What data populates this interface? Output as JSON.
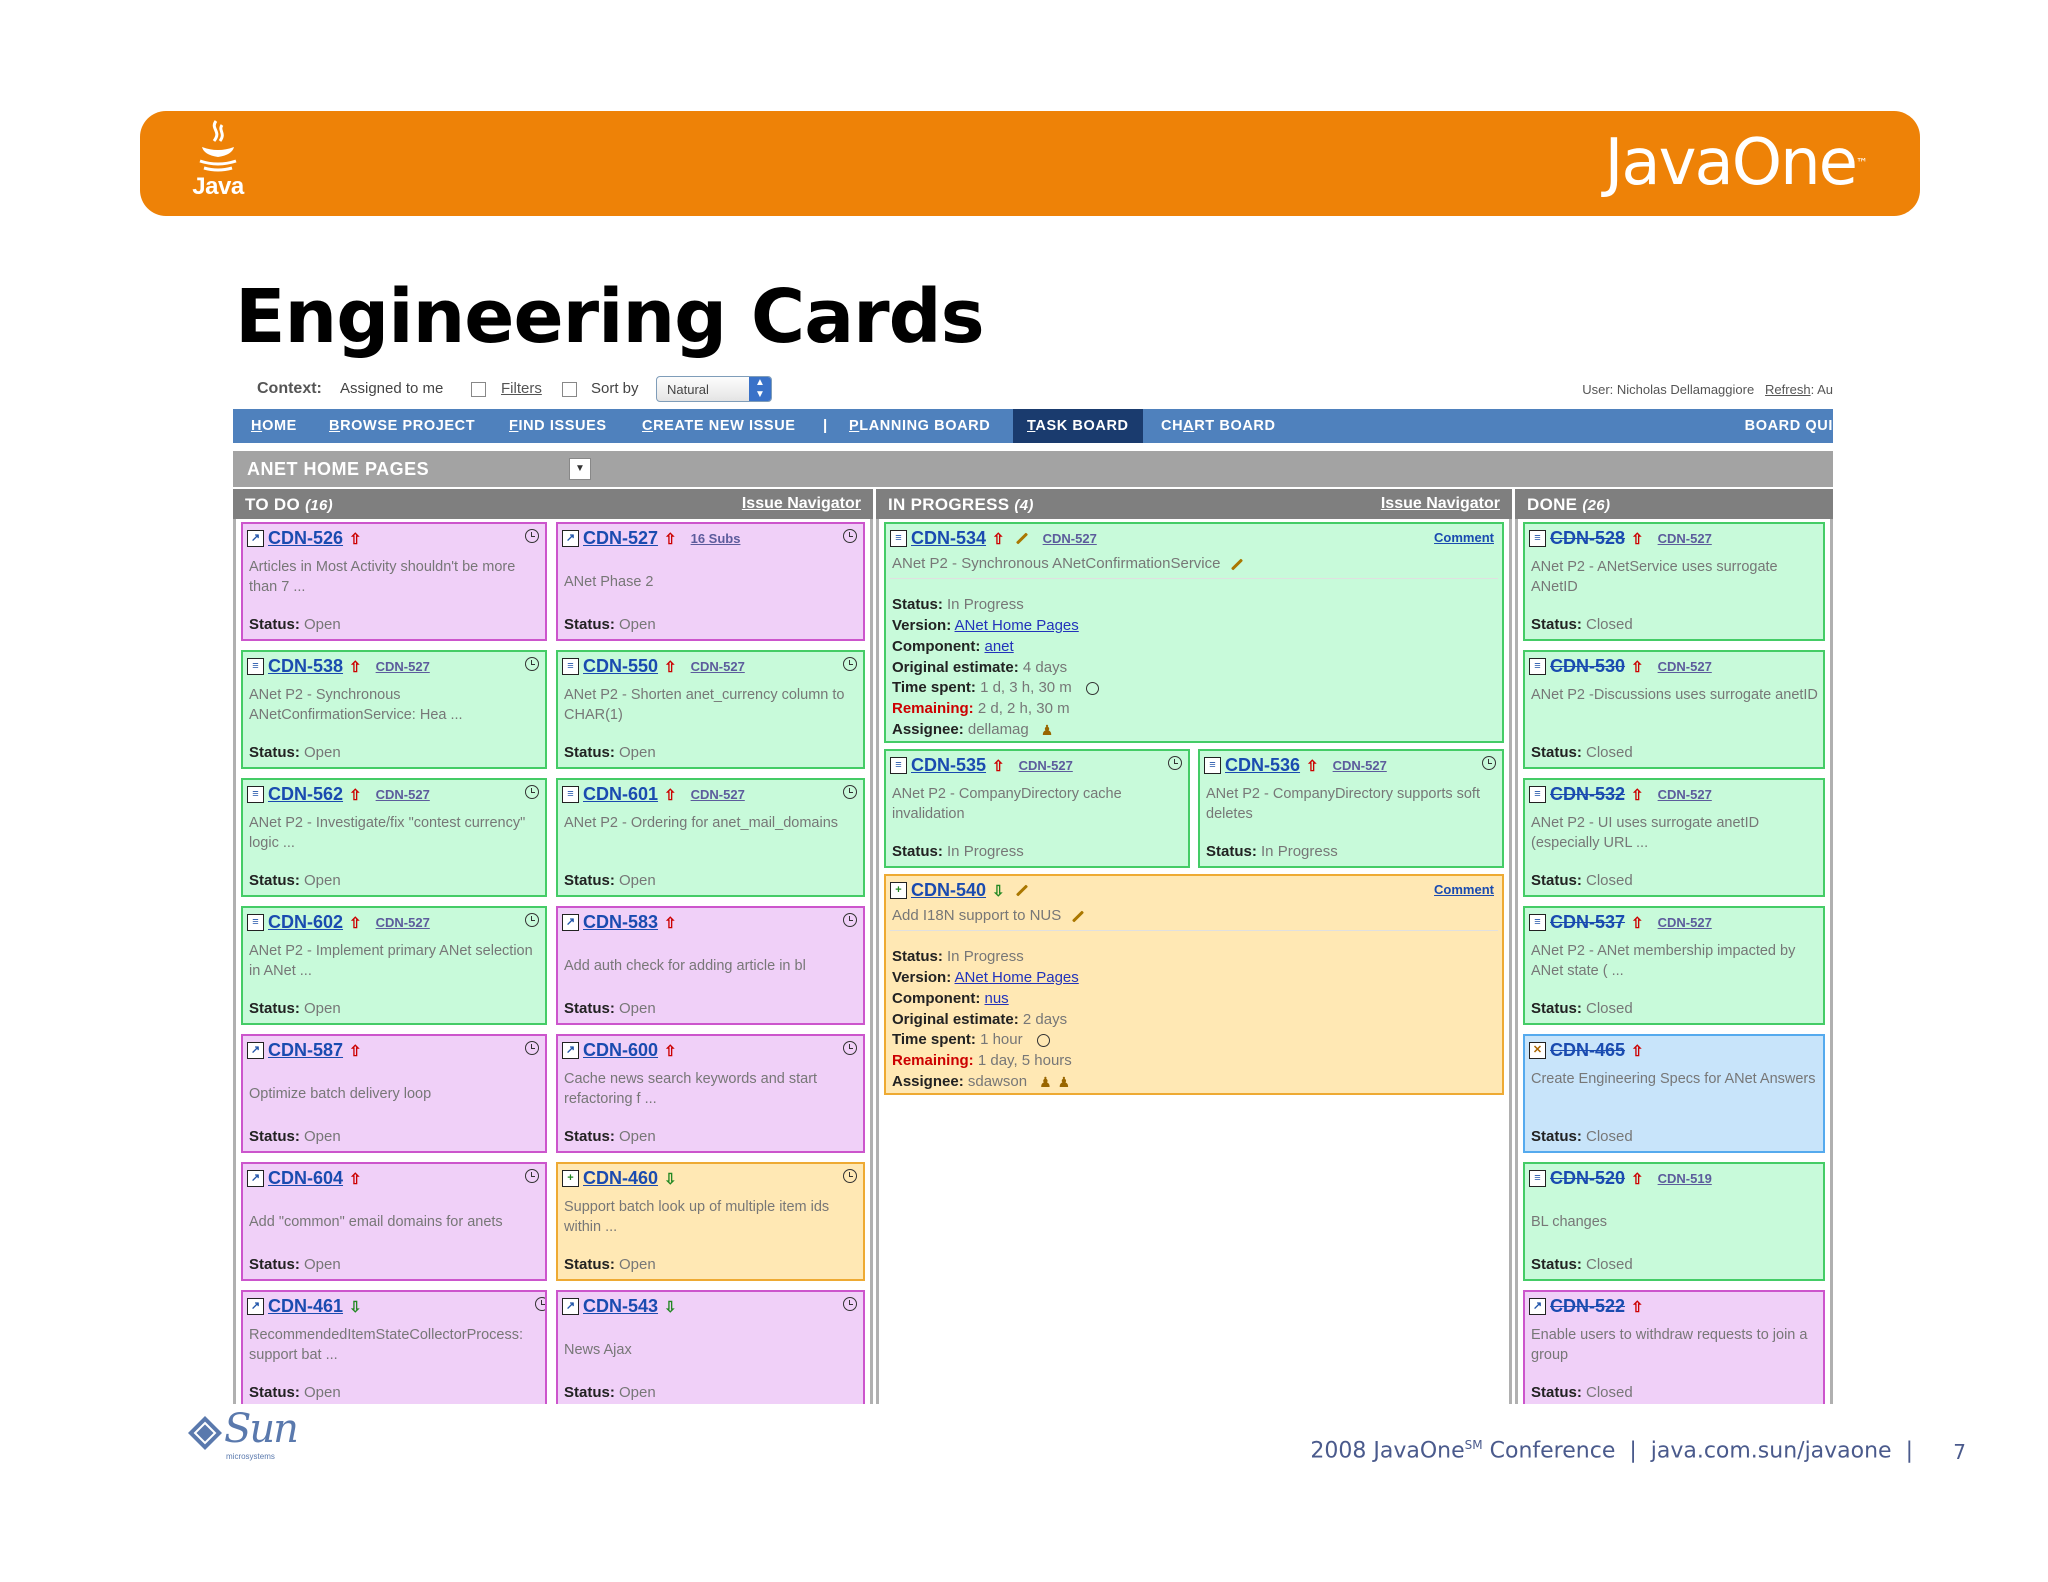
{
  "slide": {
    "title": "Engineering Cards",
    "brand": "JavaOne",
    "brand_tm": "™",
    "java_word": "Java",
    "sun_word": "Sun",
    "sun_small": "microsystems",
    "footer_year": "2008 JavaOne",
    "footer_sm": "SM",
    "footer_rest": " Conference  |  java.com.sun/javaone  |",
    "page_number": "7"
  },
  "context": {
    "label": "Context:",
    "assigned": "Assigned to me",
    "filters": "Filters",
    "sort_by": "Sort by",
    "sort_value": "Natural",
    "user": "User: Nicholas Dellamaggiore",
    "refresh": "Refresh",
    "refresh_tail": ": Au"
  },
  "nav": {
    "home_first": "H",
    "home_rest": "OME",
    "browse_first": "B",
    "browse_rest": "ROWSE PROJECT",
    "find_first": "F",
    "find_rest": "IND ISSUES",
    "create_first": "C",
    "create_rest": "REATE NEW ISSUE",
    "sep": "|",
    "planning_first": "P",
    "planning_rest": "LANNING BOARD",
    "task_first": "T",
    "task_rest": "ASK BOARD",
    "chart_pre": "CH",
    "chart_u": "A",
    "chart_rest": "RT BOARD",
    "board_quick": "BOARD QUI"
  },
  "project": {
    "title": "ANET HOME PAGES"
  },
  "columns": {
    "todo": {
      "title": "TO DO",
      "count": "(16)",
      "link": "Issue Navigator"
    },
    "inprogress": {
      "title": "IN PROGRESS",
      "count": "(4)",
      "link": "Issue Navigator"
    },
    "done": {
      "title": "DONE",
      "count": "(26)"
    }
  },
  "status_label": "Status:",
  "todo_cards": [
    {
      "key": "CDN-526",
      "summary": "Articles in Most Activity shouldn't be more than 7 ...",
      "status": "Open"
    },
    {
      "key": "CDN-527",
      "subs": "16 Subs",
      "summary": "ANet Phase 2",
      "status": "Open"
    },
    {
      "key": "CDN-538",
      "parent": "CDN-527",
      "summary": "ANet P2 - Synchronous ANetConfirmationService: Hea ...",
      "status": "Open"
    },
    {
      "key": "CDN-550",
      "parent": "CDN-527",
      "summary": "ANet P2 - Shorten anet_currency column to CHAR(1)",
      "status": "Open"
    },
    {
      "key": "CDN-562",
      "parent": "CDN-527",
      "summary": "ANet P2 - Investigate/fix \"contest currency\" logic ...",
      "status": "Open"
    },
    {
      "key": "CDN-601",
      "parent": "CDN-527",
      "summary": "ANet P2 - Ordering for anet_mail_domains",
      "status": "Open"
    },
    {
      "key": "CDN-602",
      "parent": "CDN-527",
      "summary": "ANet P2 - Implement primary ANet selection in ANet ...",
      "status": "Open"
    },
    {
      "key": "CDN-583",
      "summary": "Add auth check for adding article in bl",
      "status": "Open"
    },
    {
      "key": "CDN-587",
      "summary": "Optimize batch delivery loop",
      "status": "Open"
    },
    {
      "key": "CDN-600",
      "summary": "Cache news search keywords and start refactoring f ...",
      "status": "Open"
    },
    {
      "key": "CDN-604",
      "summary": "Add \"common\" email domains for anets",
      "status": "Open"
    },
    {
      "key": "CDN-460",
      "summary": "Support batch look up of multiple item ids within ...",
      "status": "Open"
    },
    {
      "key": "CDN-461",
      "summary": "RecommendedItemStateCollectorProcess: support bat ...",
      "status": "Open"
    },
    {
      "key": "CDN-543",
      "summary": "News Ajax",
      "status": "Open"
    }
  ],
  "inprogress": {
    "cdn534": {
      "key": "CDN-534",
      "parent": "CDN-527",
      "comment": "Comment",
      "summary": "ANet P2 - Synchronous ANetConfirmationService",
      "status_label": "Status:",
      "status": "In Progress",
      "version_label": "Version:",
      "version": "ANet Home Pages",
      "component_label": "Component:",
      "component": "anet",
      "estimate_label": "Original estimate:",
      "estimate": "4 days",
      "spent_label": "Time spent:",
      "spent": "1 d, 3 h, 30 m",
      "remaining_label": "Remaining:",
      "remaining": "2 d, 2 h, 30 m",
      "assignee_label": "Assignee:",
      "assignee": "dellamag"
    },
    "cdn535": {
      "key": "CDN-535",
      "parent": "CDN-527",
      "summary": "ANet P2 - CompanyDirectory cache invalidation",
      "status": "In Progress"
    },
    "cdn536": {
      "key": "CDN-536",
      "parent": "CDN-527",
      "summary": "ANet P2 - CompanyDirectory supports soft deletes",
      "status": "In Progress"
    },
    "cdn540": {
      "key": "CDN-540",
      "comment": "Comment",
      "summary": "Add I18N support to NUS",
      "status_label": "Status:",
      "status": "In Progress",
      "version_label": "Version:",
      "version": "ANet Home Pages",
      "component_label": "Component:",
      "component": "nus",
      "estimate_label": "Original estimate:",
      "estimate": "2 days",
      "spent_label": "Time spent:",
      "spent": "1 hour",
      "remaining_label": "Remaining:",
      "remaining": "1 day, 5 hours",
      "assignee_label": "Assignee:",
      "assignee": "sdawson"
    }
  },
  "done_cards": [
    {
      "key": "CDN-528",
      "parent": "CDN-527",
      "summary": "ANet P2 - ANetService uses surrogate ANetID",
      "status": "Closed"
    },
    {
      "key": "CDN-530",
      "parent": "CDN-527",
      "summary": "ANet P2 -Discussions uses surrogate anetID",
      "status": "Closed"
    },
    {
      "key": "CDN-532",
      "parent": "CDN-527",
      "summary": "ANet P2 - UI uses surrogate anetID (especially URL ...",
      "status": "Closed"
    },
    {
      "key": "CDN-537",
      "parent": "CDN-527",
      "summary": "ANet P2 - ANet membership impacted by ANet state ( ...",
      "status": "Closed"
    },
    {
      "key": "CDN-465",
      "summary": "Create Engineering Specs for ANet Answers",
      "status": "Closed"
    },
    {
      "key": "CDN-520",
      "parent": "CDN-519",
      "summary": "BL changes",
      "status": "Closed"
    },
    {
      "key": "CDN-522",
      "summary": "Enable users to withdraw requests to join a group",
      "status": "Closed"
    }
  ],
  "colors": {
    "banner": "#ee8207",
    "nav": "#4f81bd",
    "nav_active": "#1a3b6e",
    "card_pink": "#f0d0f8",
    "card_green": "#c8fada",
    "card_orange": "#ffe8b4",
    "card_blue": "#c8e4fa"
  },
  "icons": {
    "java": "java-cup-icon",
    "type_improvement": "arrow-ne-icon",
    "type_task": "document-icon",
    "type_newfeature": "plus-icon",
    "priority_up": "arrow-up-icon",
    "priority_down": "arrow-down-icon",
    "time": "clock-icon",
    "edit": "pencil-icon",
    "assignee": "person-icon"
  }
}
